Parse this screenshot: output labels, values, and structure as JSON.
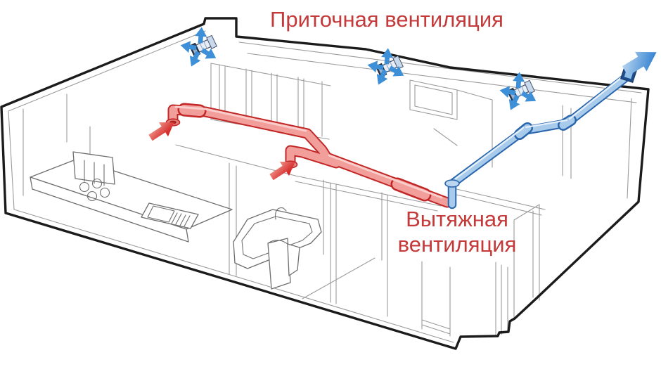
{
  "diagram": {
    "supply_label": "Приточная вентиляция",
    "exhaust_label_line1": "Вытяжная",
    "exhaust_label_line2": "вентиляция"
  },
  "colors": {
    "label_red": "#c43a3a",
    "outline_black": "#1b1b1b",
    "wall_gray": "#9b9b9b",
    "duct_red_stroke": "#c22726",
    "duct_red_fill": "#f29e9b",
    "duct_red_light": "#f9cdca",
    "duct_blue_stroke": "#2a66ad",
    "duct_blue_fill": "#a8cbec",
    "duct_blue_light": "#e3eff9",
    "arrow_red_dark": "#d21f1f",
    "arrow_red_light": "#f5ab9f",
    "arrow_blue": "#3d8fd8",
    "arrow_blue_light": "#c6def4",
    "fan_dark": "#2d3b55",
    "fan_light": "#e8eef6"
  },
  "icons": {
    "wall_supply_vent": "fan-unit-icon",
    "airflow_in": "blue-arrow-icon",
    "exhaust_intake": "red-arrow-icon",
    "exhaust_exit": "big-blue-arrow-icon"
  }
}
